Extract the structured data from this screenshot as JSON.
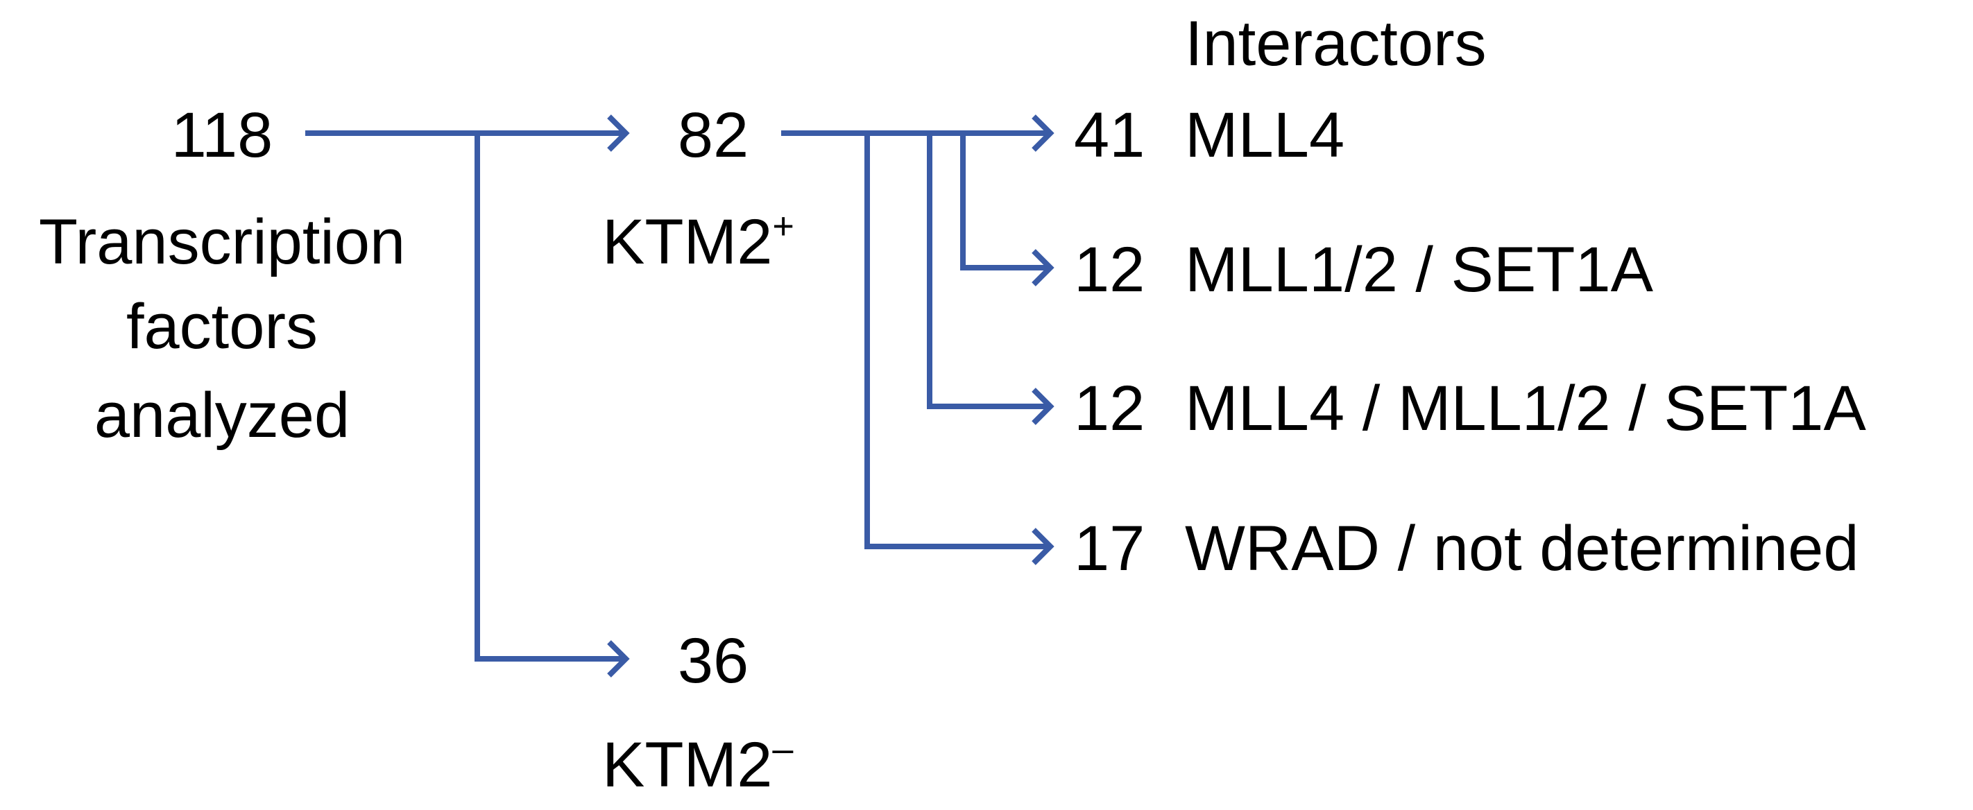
{
  "colors": {
    "arrow": "#3a5ba6",
    "text": "#000000",
    "background": "#ffffff"
  },
  "root": {
    "count": "118",
    "label_lines": [
      "Transcription",
      "factors",
      "analyzed"
    ]
  },
  "ktm2_positive": {
    "count": "82",
    "label": "KTM2",
    "superscript": "+"
  },
  "ktm2_negative": {
    "count": "36",
    "label": "KTM2",
    "superscript": "–"
  },
  "interactors": {
    "header": "Interactors",
    "rows": [
      {
        "count": "41",
        "label": "MLL4"
      },
      {
        "count": "12",
        "label": "MLL1/2 / SET1A"
      },
      {
        "count": "12",
        "label": "MLL4 / MLL1/2 / SET1A"
      },
      {
        "count": "17",
        "label": "WRAD / not determined"
      }
    ]
  }
}
